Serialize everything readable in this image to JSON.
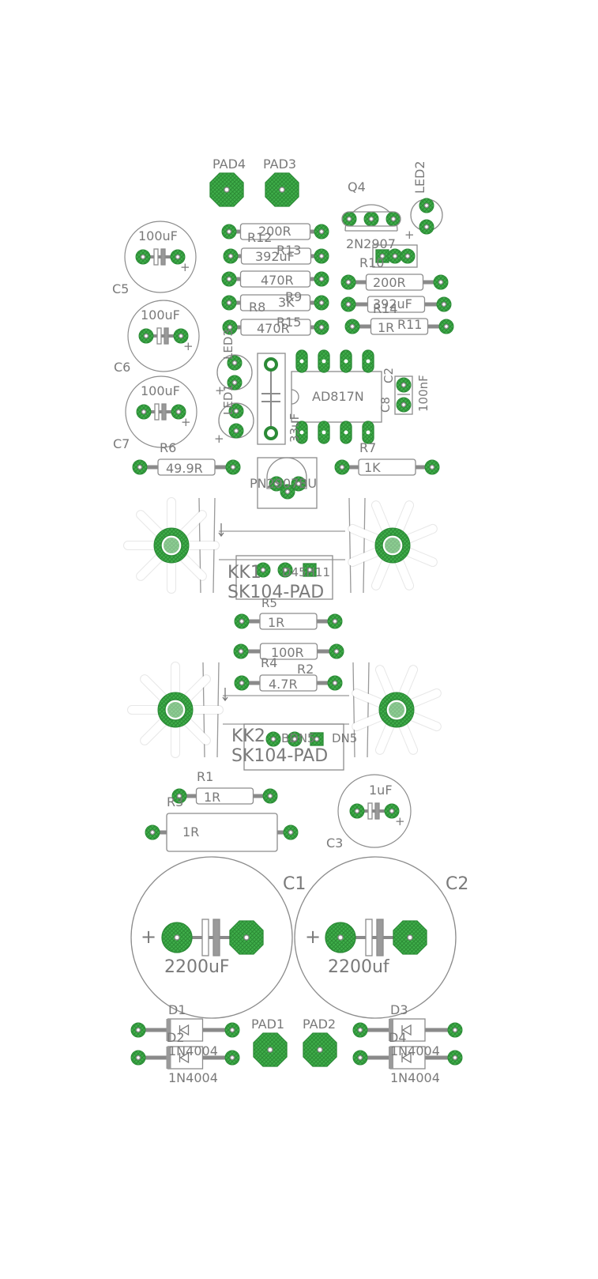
{
  "colors": {
    "outline": "#8c8c8c",
    "lead": "#8a8a8a",
    "pad": "#39a845",
    "padEdge": "#2b8a36",
    "hole": "#ffffff",
    "text": "#7a7a7a"
  },
  "labels": {
    "pad4": "PAD4",
    "pad3": "PAD3",
    "pad1": "PAD1",
    "pad2": "PAD2",
    "q4": "Q4",
    "q4_part": "2N2907",
    "led2": "LED2",
    "led3": "LED3",
    "led1": "LED1",
    "r12": "R12",
    "r12v": "200R",
    "r13": "R13",
    "r13v": "392uF",
    "r_470a": "470R",
    "r8": "R8",
    "r9": "R9",
    "r9v": "3K",
    "r15": "R15",
    "r15v": "470R",
    "r10": "R10",
    "r10v": "200R",
    "r14": "R14",
    "r14v": "392uF",
    "r11": "R11",
    "r11v": "1R",
    "c5": "C5",
    "c5v": "100uF",
    "c6": "C6",
    "c6v": "100uF",
    "c7": "C7",
    "c7v": "100uF",
    "u1": "AD817N",
    "c8": "C8",
    "c2": "C2",
    "c2v": "100nF",
    "c4v": "33uF",
    "r6": "R6",
    "r6v": "49.9R",
    "r7": "R7",
    "r7v": "1K",
    "q_mid": "PN2907BU",
    "kk1": "KK1",
    "kk1b": "SK104-PAD",
    "q_kk1": "D45H11",
    "r5": "R5",
    "r5v": "1R",
    "r_100": "100R",
    "r4": "R4",
    "r2": "R2",
    "r4v": "4.7R",
    "kk2": "KK2",
    "kk2b": "SK104-PAD",
    "q_kk2": "BDN5",
    "q_kk2b": "DN5",
    "r1": "R1",
    "r1v": "1R",
    "r3": "R3",
    "r3v": "1R",
    "c3": "C3",
    "c3v": "1uF",
    "c1": "C1",
    "c1v": "2200uF",
    "c2big": "C2",
    "c2bigv": "2200uf",
    "d1": "D1",
    "d2": "D2",
    "d1v": "1N4004",
    "d2v": "1N4004",
    "d3": "D3",
    "d4": "D4",
    "d3v": "1N4004",
    "d4v": "1N4004",
    "plus": "+"
  }
}
